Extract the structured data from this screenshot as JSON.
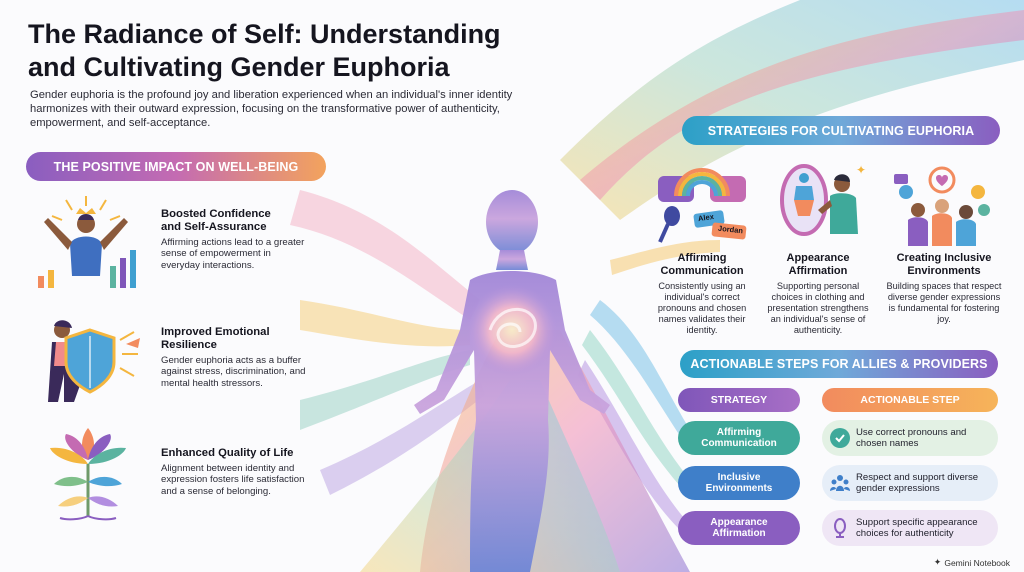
{
  "title": {
    "line1": "The Radiance of Self: Understanding",
    "line2": "and Cultivating Gender Euphoria"
  },
  "intro": "Gender euphoria is the profound joy and liberation experienced when an individual's inner identity harmonizes with their outward expression, focusing on the transformative power of authenticity, empowerment, and self-acceptance.",
  "wellbeing": {
    "heading": "THE POSITIVE IMPACT ON WELL-BEING",
    "items": [
      {
        "title1": "Boosted Confidence",
        "title2": "and Self-Assurance",
        "desc": "Affirming actions lead to a greater sense of empowerment in everyday interactions.",
        "icon": "crowned-person-icon"
      },
      {
        "title1": "Improved Emotional",
        "title2": "Resilience",
        "desc": "Gender euphoria acts as a buffer against stress, discrimination, and mental health stressors.",
        "icon": "shield-icon"
      },
      {
        "title1": "Enhanced Quality of Life",
        "title2": "",
        "desc": "Alignment between identity and expression fosters life satisfaction and a sense of belonging.",
        "icon": "lotus-icon"
      }
    ]
  },
  "strategies": {
    "heading": "STRATEGIES FOR CULTIVATING EUPHORIA",
    "items": [
      {
        "title1": "Affirming",
        "title2": "Communication",
        "desc": "Consistently using an individual's correct pronouns and chosen names validates their identity.",
        "tag1": "Alex",
        "tag2": "Jordan",
        "icon": "microphone-icon"
      },
      {
        "title1": "Appearance",
        "title2": "Affirmation",
        "desc": "Supporting personal choices in clothing and presentation strengthens an individual's sense of authenticity.",
        "icon": "mirror-icon"
      },
      {
        "title1": "Creating Inclusive",
        "title2": "Environments",
        "desc": "Building spaces that respect diverse gender expressions is fundamental for fostering joy.",
        "icon": "group-icon"
      }
    ]
  },
  "actions": {
    "heading": "ACTIONABLE STEPS FOR ALLIES & PROVIDERS",
    "col_strategy": "STRATEGY",
    "col_step": "ACTIONABLE STEP",
    "rows": [
      {
        "s1": "Affirming",
        "s2": "Communication",
        "step": "Use correct pronouns and chosen names",
        "icon": "check-icon",
        "color": "#3fa99a",
        "bg": "#e3f1e4"
      },
      {
        "s1": "Inclusive",
        "s2": "Environments",
        "step": "Respect and support diverse gender expressions",
        "icon": "people-icon",
        "color": "#3f7fc9",
        "bg": "#e6eef8"
      },
      {
        "s1": "Appearance",
        "s2": "Affirmation",
        "step": "Support specific appearance choices for authenticity",
        "icon": "mirror-icon",
        "color": "#8a5ec0",
        "bg": "#efe6f5"
      }
    ]
  },
  "brand": "Gemini Notebook",
  "colors": {
    "purple": "#8a5ec0",
    "teal": "#2ca0c7",
    "orange": "#f28b5e",
    "gold": "#f6b45a"
  }
}
